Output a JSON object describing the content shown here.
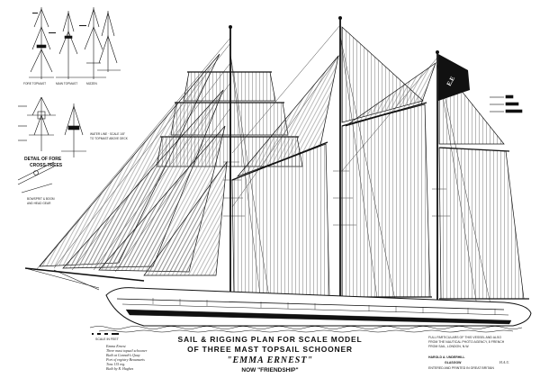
{
  "title_block": {
    "line1": "SAIL & RIGGING PLAN FOR SCALE MODEL",
    "line2": "OF THREE MAST TOPSAIL SCHOONER",
    "line3": "\"EMMA ERNEST\"",
    "line4": "NOW \"FRIENDSHIP\""
  },
  "detail_caption": {
    "line1": "DETAIL OF FORE",
    "line2": "CROSS-TREES"
  },
  "flag_text": "E.E",
  "designer": {
    "name": "HAROLD A. UNDERHILL",
    "city": "GLASGOW"
  },
  "colors": {
    "ink": "#111111",
    "paper": "#ffffff",
    "canvas_lines": "#555555"
  }
}
